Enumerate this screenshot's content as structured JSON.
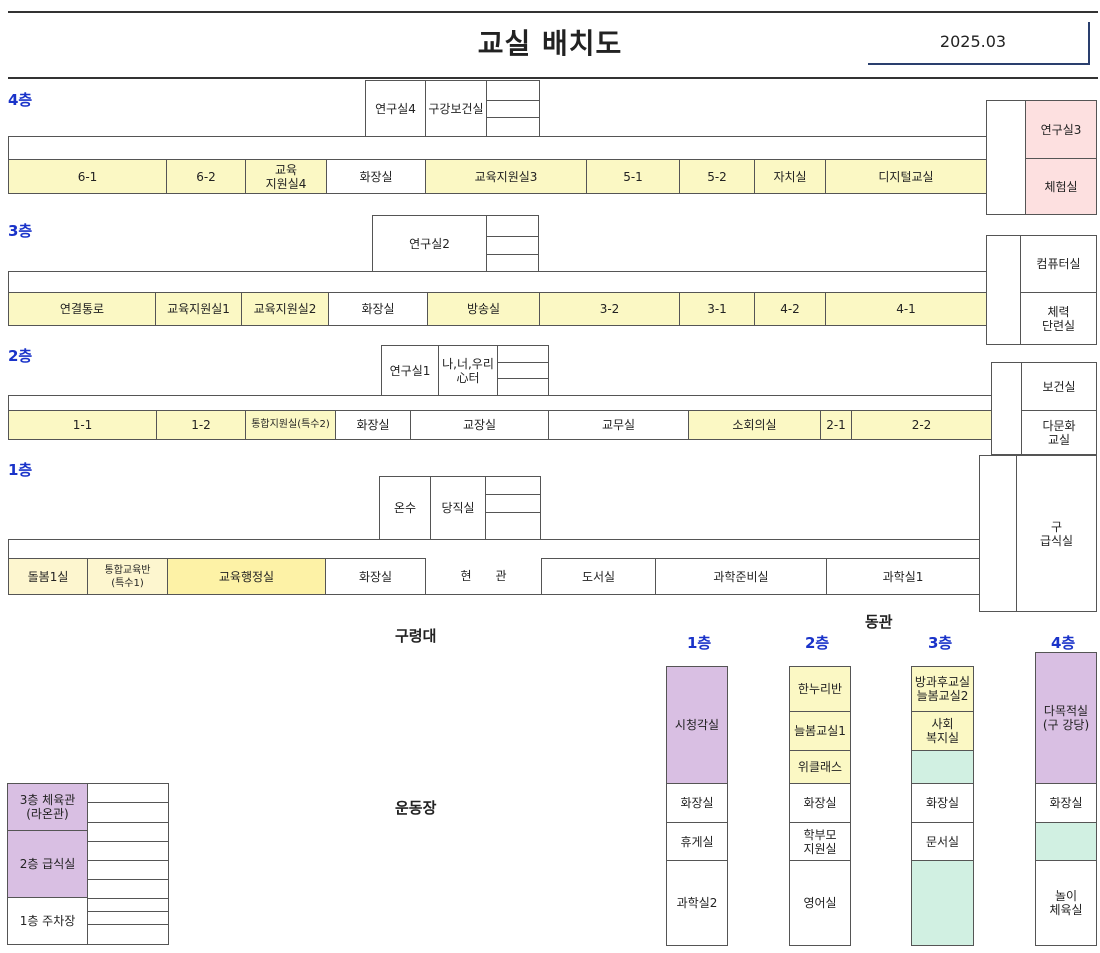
{
  "header": {
    "title": "교실 배치도",
    "date": "2025.03"
  },
  "main_building": {
    "floor4": {
      "label": "4층",
      "upper": [
        "연구실4",
        "구강보건실"
      ],
      "rooms": [
        "6-1",
        "6-2",
        "교육\n지원실4",
        "화장실",
        "교육지원실3",
        "5-1",
        "5-2",
        "자치실",
        "디지털교실"
      ],
      "wing": [
        "연구실3",
        "체험실"
      ]
    },
    "floor3": {
      "label": "3층",
      "upper": [
        "연구실2"
      ],
      "rooms": [
        "연결통로",
        "교육지원실1",
        "교육지원실2",
        "화장실",
        "방송실",
        "3-2",
        "3-1",
        "4-2",
        "4-1"
      ],
      "wing": [
        "컴퓨터실",
        "체력\n단련실"
      ]
    },
    "floor2": {
      "label": "2층",
      "upper": [
        "연구실1",
        "나,너,우리\n心터"
      ],
      "rooms": [
        "1-1",
        "1-2",
        "통합지원실(특수2)",
        "화장실",
        "교장실",
        "교무실",
        "소회의실",
        "2-1",
        "2-2"
      ],
      "wing": [
        "보건실",
        "다문화\n교실"
      ]
    },
    "floor1": {
      "label": "1층",
      "upper": [
        "온수",
        "당직실"
      ],
      "rooms": [
        "돌봄1실",
        "통합교육반\n(특수1)",
        "교육행정실",
        "화장실",
        "현　　관",
        "도서실",
        "과학준비실",
        "과학실1"
      ],
      "wing": [
        "구\n급식실"
      ]
    }
  },
  "outdoor": {
    "guryeongdae": "구령대",
    "playground": "운동장"
  },
  "annex": {
    "label": "",
    "rooms": [
      "3층 체육관\n(라온관)",
      "2층 급식실",
      "1층 주차장"
    ]
  },
  "east_building": {
    "title": "동관",
    "floors": [
      {
        "label": "1층",
        "rooms": [
          "시청각실",
          "화장실",
          "휴게실",
          "과학실2"
        ]
      },
      {
        "label": "2층",
        "rooms": [
          "한누리반",
          "늘봄교실1",
          "위클래스",
          "화장실",
          "학부모\n지원실",
          "영어실"
        ]
      },
      {
        "label": "3층",
        "rooms": [
          "방과후교실\n늘봄교실2",
          "사회\n복지실",
          "",
          "화장실",
          "문서실",
          ""
        ]
      },
      {
        "label": "4층",
        "rooms": [
          "다목적실\n(구 강당)",
          "화장실",
          "",
          "놀이\n체육실"
        ]
      }
    ]
  },
  "colors": {
    "floor_label": "#1a33c9",
    "classroom": "#fbf8c4",
    "admin": "#fdf2a6",
    "pink": "#fde0e0",
    "purple": "#d9bfe3",
    "mint": "#d1f0e2",
    "accent_line": "#2a3f6e"
  }
}
